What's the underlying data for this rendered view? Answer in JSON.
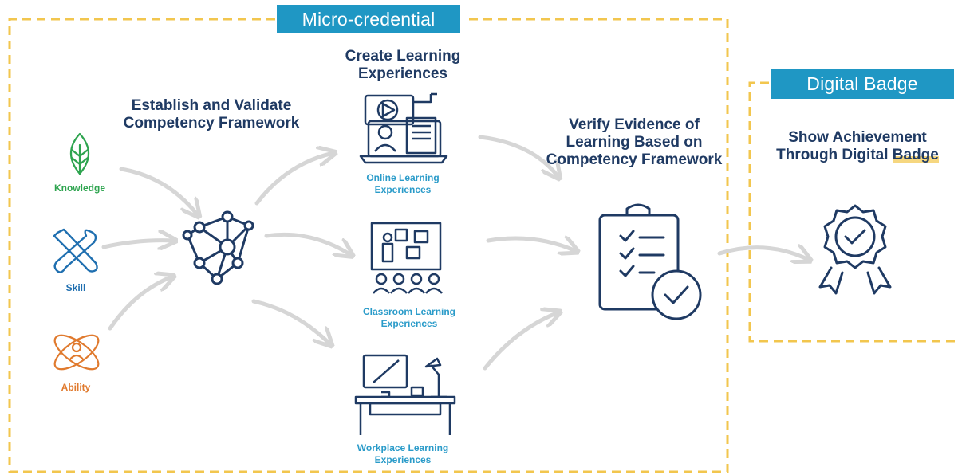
{
  "micro_credential": {
    "title": "Micro-credential",
    "framework_heading": "Establish and Validate Competency Framework",
    "inputs": [
      {
        "label": "Knowledge",
        "icon": "leaf-icon",
        "color": "#2ea44f"
      },
      {
        "label": "Skill",
        "icon": "wrench-screwdriver-icon",
        "color": "#1f6fb0"
      },
      {
        "label": "Ability",
        "icon": "atom-person-icon",
        "color": "#e07a2e"
      }
    ],
    "experiences_heading": "Create Learning Experiences",
    "experiences": [
      {
        "label": "Online Learning Experiences",
        "icon": "online-learning-icon"
      },
      {
        "label": "Classroom Learning Experiences",
        "icon": "classroom-icon"
      },
      {
        "label": "Workplace Learning Experiences",
        "icon": "workplace-desk-icon"
      }
    ],
    "verify_heading": "Verify Evidence of Learning Based on Competency Framework"
  },
  "digital_badge": {
    "title": "Digital Badge",
    "heading_part1": "Show Achievement Through Digital",
    "heading_part2": "Badge",
    "icon": "award-badge-icon"
  },
  "colors": {
    "navy": "#1f3a63",
    "tag_blue": "#1f97c4",
    "caption_blue": "#2a9bc9",
    "dashed_border": "#f2c64e",
    "arrow_gray": "#d6d6d6"
  }
}
